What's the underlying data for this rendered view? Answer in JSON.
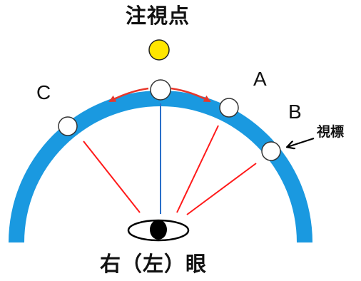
{
  "labels": {
    "fixation_point": "注視点",
    "eye": "右（左）眼",
    "point_a": "A",
    "point_b": "B",
    "point_c": "C",
    "target": "視標"
  },
  "colors": {
    "arc": "#1a99e0",
    "fixation": "#ffe600",
    "sight_line_center": "#2a6fc9",
    "sight_line_side": "#ff1a1a",
    "arrow": "#e8372b",
    "eye_outline": "#000000"
  },
  "icons": {
    "fixation": "yellow-circle-icon",
    "eye": "eye-icon",
    "targets": "white-circle-icon",
    "pointer": "arrow-left-icon"
  }
}
